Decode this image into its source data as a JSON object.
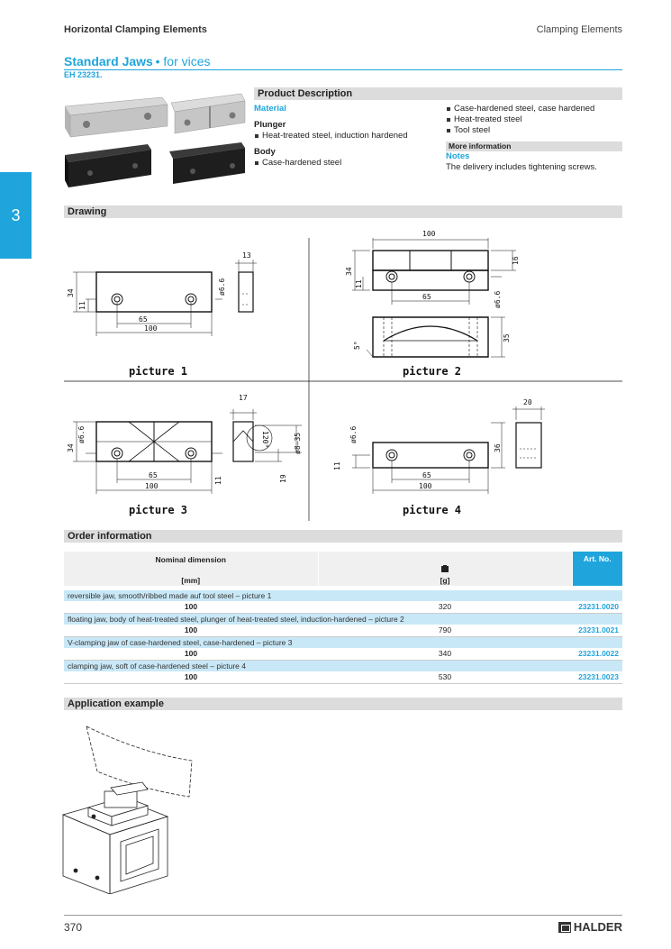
{
  "header": {
    "left": "Horizontal Clamping Elements",
    "right": "Clamping Elements"
  },
  "side_tab": "3",
  "title": {
    "main": "Standard Jaws",
    "sub": "• for vices",
    "code": "EH 23231."
  },
  "product": {
    "heading": "Product Description",
    "material_label": "Material",
    "plunger_label": "Plunger",
    "plunger_item": "Heat-treated steel, induction hardened",
    "body_label": "Body",
    "body_item": "Case-hardened steel",
    "right_items": [
      "Case-hardened steel, case hardened",
      "Heat-treated steel",
      "Tool steel"
    ],
    "more_info": "More information",
    "notes_label": "Notes",
    "notes_text": "The delivery includes tightening screws."
  },
  "sections": {
    "drawing": "Drawing",
    "order": "Order information",
    "application": "Application example"
  },
  "drawing": {
    "pictures": [
      "picture 1",
      "picture 2",
      "picture 3",
      "picture 4"
    ],
    "dims": {
      "p1": [
        "34",
        "11",
        "65",
        "100",
        "13",
        "ø6.6"
      ],
      "p2": [
        "100",
        "34",
        "11",
        "65",
        "16",
        "ø6.6",
        "5°",
        "35"
      ],
      "p3": [
        "34",
        "ø6.6",
        "65",
        "100",
        "11",
        "17",
        "120°",
        "ø8–35",
        "19"
      ],
      "p4": [
        "ø6.6",
        "11",
        "65",
        "100",
        "36",
        "20"
      ]
    }
  },
  "order_table": {
    "col_nominal": "Nominal dimension",
    "col_nominal_unit": "[mm]",
    "col_weight_unit": "[g]",
    "col_art": "Art. No.",
    "groups": [
      {
        "label": "reversible jaw, smooth/ribbed made auf tool steel – picture 1",
        "dim": "100",
        "weight": "320",
        "art": "23231.0020"
      },
      {
        "label": "floating jaw, body of heat-treated steel, plunger of heat-treated steel, induction-hardened – picture 2",
        "dim": "100",
        "weight": "790",
        "art": "23231.0021"
      },
      {
        "label": "V-clamping jaw of case-hardened steel, case-hardened – picture 3",
        "dim": "100",
        "weight": "340",
        "art": "23231.0022"
      },
      {
        "label": "clamping jaw, soft of case-hardened steel – picture 4",
        "dim": "100",
        "weight": "530",
        "art": "23231.0023"
      }
    ]
  },
  "footer": {
    "page": "370",
    "brand": "HALDER"
  },
  "colors": {
    "accent": "#1fa5dc",
    "bar": "#dcdcdc",
    "group_row": "#c9e8f7"
  }
}
